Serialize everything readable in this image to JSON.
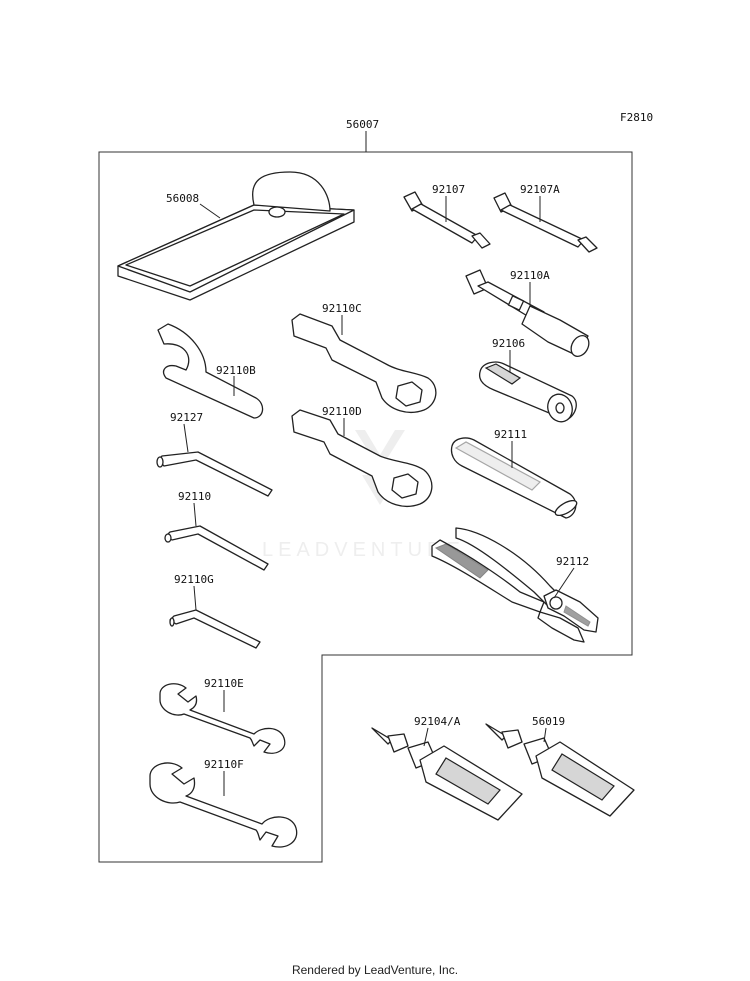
{
  "figure_code": "F2810",
  "watermark": "LEADVENTURE",
  "footer": "Rendered by LeadVenture, Inc.",
  "parts": {
    "kit": "56007",
    "pouch": "56008",
    "driver_a": "92107",
    "driver_b": "92107A",
    "plug_wrench": "92110A",
    "hook_wrench": "92110B",
    "box_wrench_c": "92110C",
    "box_wrench_d": "92110D",
    "socket": "92106",
    "handle": "92111",
    "hex_large": "92127",
    "hex_medium": "92110",
    "hex_small": "92110G",
    "pliers": "92112",
    "open_wrench_e": "92110E",
    "open_wrench_f": "92110F",
    "tube_a": "92104/A",
    "tube_b": "56019"
  }
}
